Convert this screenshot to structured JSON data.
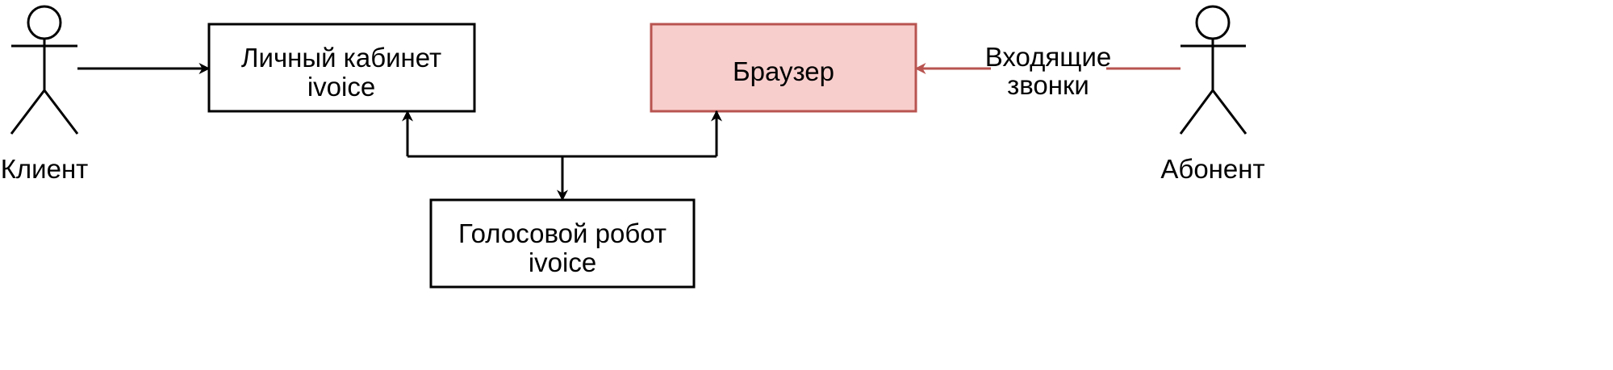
{
  "actors": {
    "client": {
      "label": "Клиент"
    },
    "subscriber": {
      "label": "Абонент"
    }
  },
  "nodes": {
    "cabinet": {
      "line1": "Личный кабинет",
      "line2": "ivoice"
    },
    "browser": {
      "label": "Браузер"
    },
    "robot": {
      "line1": "Голосовой робот",
      "line2": "ivoice"
    }
  },
  "edges": {
    "incoming": {
      "line1": "Входящие",
      "line2": "звонки"
    }
  },
  "colors": {
    "browser_fill": "#f8cecc",
    "browser_stroke": "#b85450",
    "line": "#000000"
  }
}
